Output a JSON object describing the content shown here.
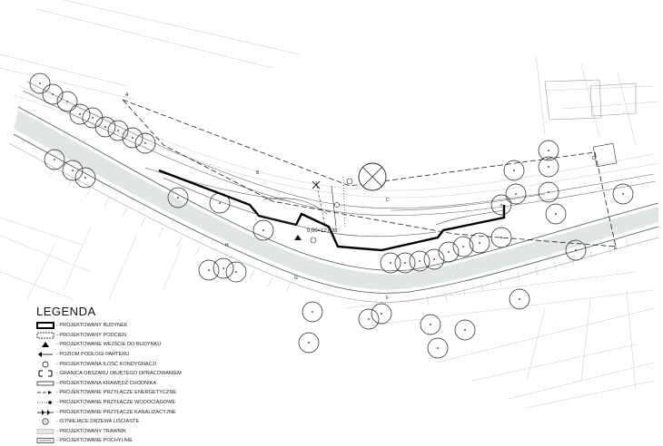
{
  "plan": {
    "elevation_label": "0,00=127,38",
    "section_markers": [
      "A",
      "B",
      "C",
      "D",
      "E",
      "F",
      "G",
      "H"
    ],
    "icons": [
      "north-arrow-icon",
      "tree-icon"
    ]
  },
  "legend": {
    "title": "LEGENDA",
    "items": [
      {
        "label": "- PROJEKTOWANY BUDYNEK",
        "icon": "building-outline-icon"
      },
      {
        "label": "- PROJEKTOWANY PODCIEŃ",
        "icon": "arcade-icon"
      },
      {
        "label": "- PROJEKTOWANE WEJŚCIE DO BUDYNKU",
        "icon": "entrance-triangle-icon"
      },
      {
        "label": "- POZIOM PODŁOGI PARTERU",
        "icon": "floor-level-icon"
      },
      {
        "label": "- PROJEKTOWANA ILOŚĆ KONDYGNACJI",
        "icon": "storey-count-icon"
      },
      {
        "label": "- GRANICA OBSZARU OBJĘTEGO OPRACOWANIEM",
        "icon": "boundary-dash-icon"
      },
      {
        "label": "- PROJEKTOWANA KRAWĘDŹ CHODNIKA",
        "icon": "sidewalk-edge-icon"
      },
      {
        "label": "- PROJEKTOWANE PRZYŁĄCZE ENERGETYCZNE",
        "icon": "power-line-icon"
      },
      {
        "label": "- PROJEKTOWANE PRZYŁĄCZE WODOCIĄGOWE",
        "icon": "water-line-icon"
      },
      {
        "label": "- PROJEKTOWANE PRZYŁĄCZE KANALIZACYJNE",
        "icon": "sewer-line-icon"
      },
      {
        "label": "- ISTNIEJĄCE DRZEWA LIŚCIASTE",
        "icon": "tree-icon"
      },
      {
        "label": "- PROJEKTOWANY TRAWNIK",
        "icon": "lawn-icon"
      },
      {
        "label": "- PROJEKTOWANE POCHYLNIE",
        "icon": "ramp-icon"
      }
    ]
  }
}
